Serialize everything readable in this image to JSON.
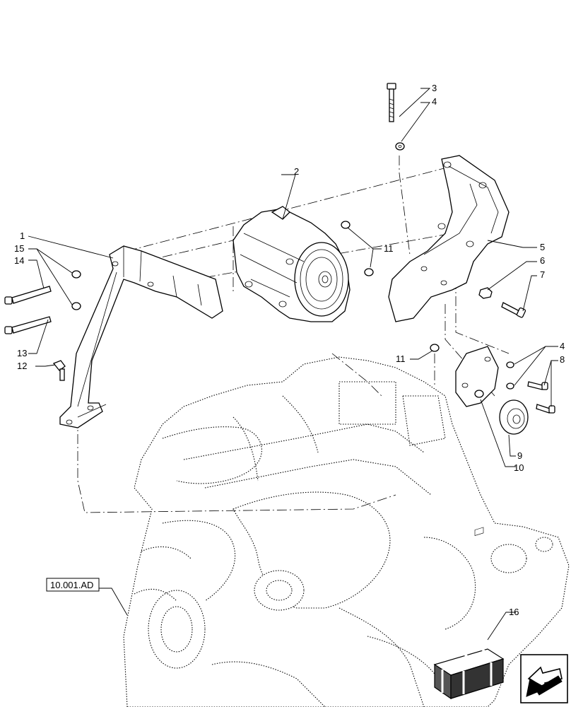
{
  "diagram": {
    "callouts": {
      "c1": "1",
      "c2": "2",
      "c3": "3",
      "c4a": "4",
      "c4b": "4",
      "c5": "5",
      "c6": "6",
      "c7": "7",
      "c8": "8",
      "c9": "9",
      "c10": "10",
      "c11a": "11",
      "c11b": "11",
      "c12": "12",
      "c13": "13",
      "c14": "14",
      "c15": "15",
      "c16": "16"
    },
    "reference_box": "10.001.AD"
  }
}
